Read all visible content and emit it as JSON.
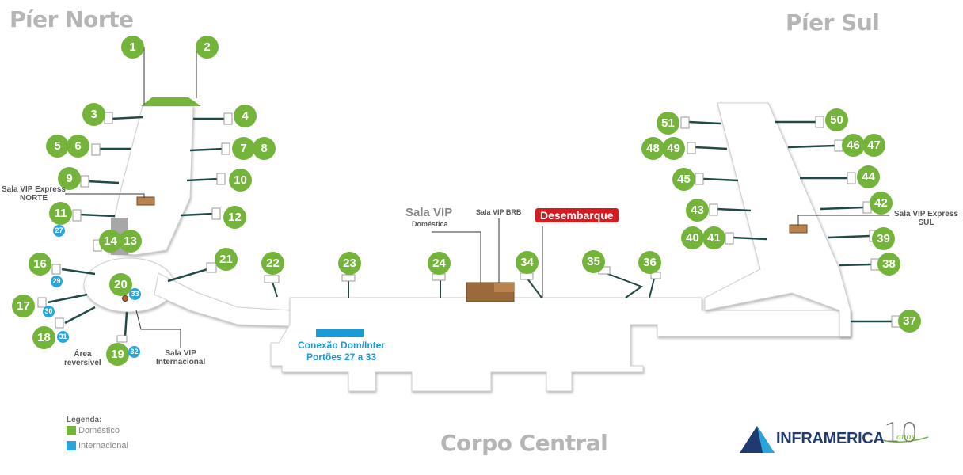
{
  "regions": {
    "pier_norte": "Píer Norte",
    "pier_sul": "Píer Sul",
    "corpo_central": "Corpo Central"
  },
  "gates": {
    "g1": "1",
    "g2": "2",
    "g3": "3",
    "g4": "4",
    "g5": "5",
    "g6": "6",
    "g7": "7",
    "g8": "8",
    "g9": "9",
    "g10": "10",
    "g11": "11",
    "g12": "12",
    "g13": "13",
    "g14": "14",
    "g16": "16",
    "g17": "17",
    "g18": "18",
    "g19": "19",
    "g20": "20",
    "g21": "21",
    "g22": "22",
    "g23": "23",
    "g24": "24",
    "g34": "34",
    "g35": "35",
    "g36": "36",
    "g37": "37",
    "g38": "38",
    "g39": "39",
    "g40": "40",
    "g41": "41",
    "g42": "42",
    "g43": "43",
    "g44": "44",
    "g45": "45",
    "g46": "46",
    "g47": "47",
    "g48": "48",
    "g49": "49",
    "g50": "50",
    "g51": "51"
  },
  "intl_gates": {
    "g27": "27",
    "g29": "29",
    "g30": "30",
    "g31": "31",
    "g32": "32",
    "g33": "33"
  },
  "labels": {
    "sala_vip_express_norte_1": "Sala VIP Express",
    "sala_vip_express_norte_2": "NORTE",
    "sala_vip_express_sul_1": "Sala VIP Express",
    "sala_vip_express_sul_2": "SUL",
    "sala_vip_internacional_1": "Sala VIP",
    "sala_vip_internacional_2": "Internacional",
    "area_reversivel_1": "Área",
    "area_reversivel_2": "reversível",
    "sala_vip": "Sala VIP",
    "domestica": "Doméstica",
    "sala_vip_brb": "Sala VIP BRB",
    "desembarque": "Desembarque",
    "conexao_1": "Conexão Dom/Inter",
    "conexao_2": "Portões 27 a 33"
  },
  "legend": {
    "title": "Legenda:",
    "domestico": "Doméstico",
    "internacional": "Internacional"
  },
  "brand": {
    "name": "INFRAMERICA",
    "ten": "10",
    "anos": "anos"
  },
  "colors": {
    "domestico": "#74b43a",
    "internacional": "#2aa5dc",
    "desembarque": "#d71920",
    "brand": "#1f3a6e"
  }
}
